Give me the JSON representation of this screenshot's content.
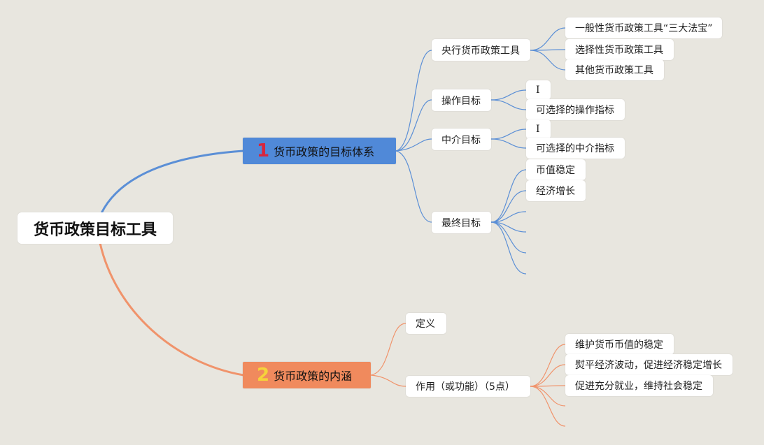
{
  "colors": {
    "background": "#e8e6df",
    "branch1": "#5089d8",
    "branch1_number": "#d7263d",
    "branch2": "#f08a5d",
    "branch2_number": "#f5d33b",
    "link_blue": "#5b8fd6",
    "link_orange": "#f0936b"
  },
  "root": {
    "label": "货币政策目标工具"
  },
  "branches": [
    {
      "number": "1",
      "label": "货币政策的目标体系",
      "children": [
        {
          "label": "央行货币政策工具",
          "children": [
            "一般性货币政策工具“三大法宝”",
            "选择性货币政策工具",
            "其他货币政策工具"
          ]
        },
        {
          "label": "操作目标",
          "children": [
            "I",
            "可选择的操作指标"
          ]
        },
        {
          "label": "中介目标",
          "children": [
            "I",
            "可选择的中介指标"
          ]
        },
        {
          "label": "最终目标",
          "children": [
            "币值稳定",
            "经济增长",
            "",
            "",
            "",
            ""
          ]
        }
      ]
    },
    {
      "number": "2",
      "label": "货币政策的内涵",
      "children": [
        {
          "label": "定义",
          "children": []
        },
        {
          "label": "作用（或功能）（5点）",
          "children": [
            "维护货币币值的稳定",
            "熨平经济波动，促进经济稳定增长",
            "促进充分就业，维持社会稳定",
            "",
            ""
          ]
        }
      ]
    }
  ]
}
